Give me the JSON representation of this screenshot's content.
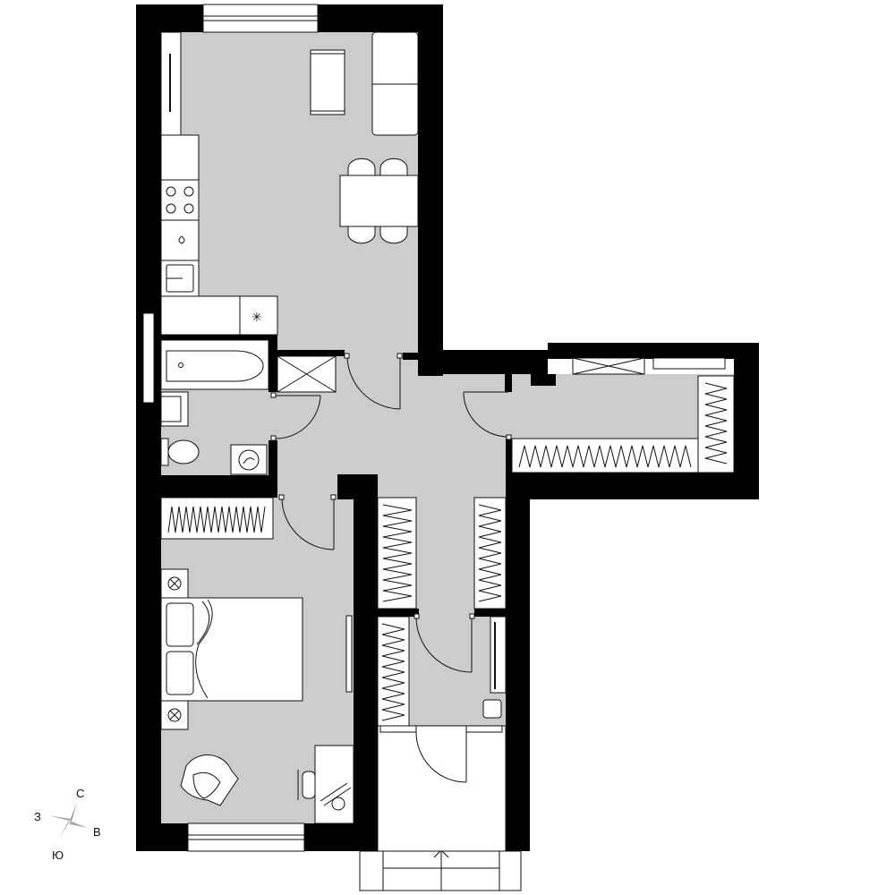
{
  "compass": {
    "north": "С",
    "east": "В",
    "south": "Ю",
    "west": "З"
  },
  "colors": {
    "wall": "#000000",
    "floor": "#cccccc",
    "outside": "#ffffff",
    "line": "#111111"
  }
}
